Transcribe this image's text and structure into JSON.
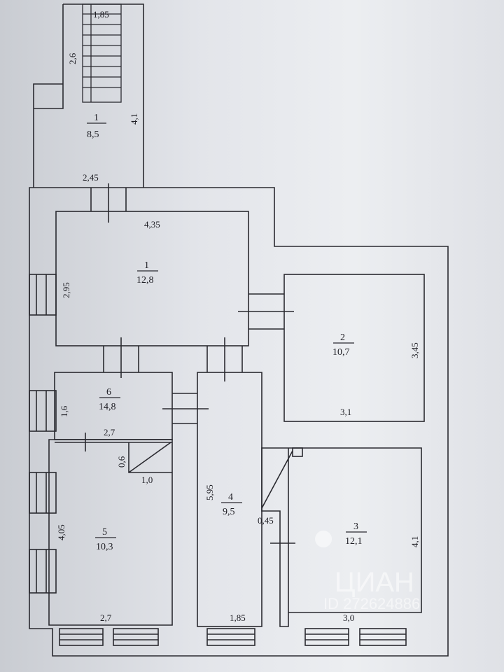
{
  "plan": {
    "entry": {
      "number": "1",
      "area": "8,5"
    },
    "room1": {
      "number": "1",
      "area": "12,8"
    },
    "room2": {
      "number": "2",
      "area": "10,7"
    },
    "room3": {
      "number": "3",
      "area": "12,1"
    },
    "room4": {
      "number": "4",
      "area": "9,5"
    },
    "room5": {
      "number": "5",
      "area": "10,3"
    },
    "room6": {
      "number": "6",
      "area": "14,8"
    }
  },
  "dims": {
    "d185_top": "1,85",
    "d26": "2,6",
    "d41_entry": "4,1",
    "d245": "2,45",
    "d435": "4,35",
    "d295": "2,95",
    "d345": "3,45",
    "d31": "3,1",
    "d16": "1,6",
    "d27_mid": "2,7",
    "d06": "0,6",
    "d10": "1,0",
    "d595": "5,95",
    "d045": "0,45",
    "d405": "4,05",
    "d41_room3": "4,1",
    "d27_bottom": "2,7",
    "d185_bottom": "1,85",
    "d30": "3,0"
  },
  "watermark": {
    "brand": "ЦИАН",
    "id": "ID 272624886"
  }
}
